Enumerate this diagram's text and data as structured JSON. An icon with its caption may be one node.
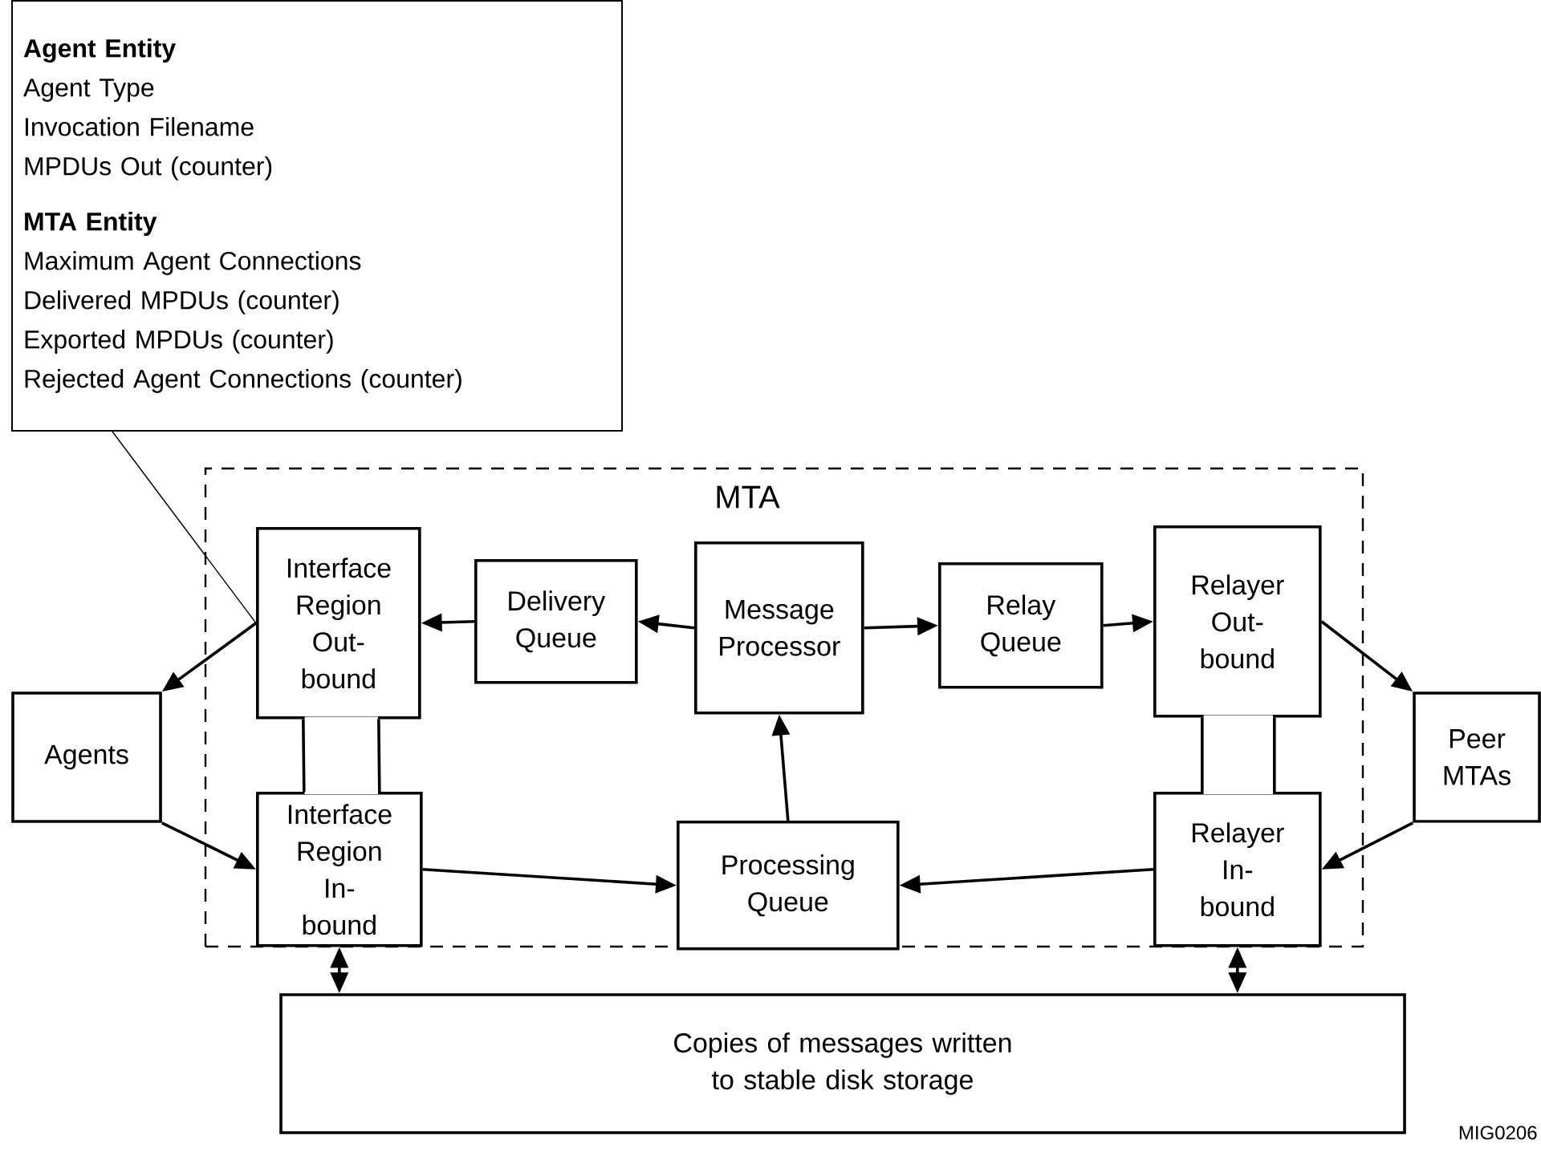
{
  "diagram": {
    "nodes": [
      {
        "text": [
          "Agent Entity",
          "Agent Type",
          "Invocation Filename",
          "MPDUs Out (counter)",
          "MTA Entity",
          "Maximum Agent Connections",
          "Delivered MPDUs (counter)",
          "Exported MPDUs (counter)",
          "Rejected Agent Connections (counter)"
        ]
      },
      {
        "text": [
          "MTA"
        ]
      },
      {
        "text": [
          "Interface Region Out- bound"
        ],
        "in": 1
      },
      {
        "text": [
          "Delivery Queue"
        ],
        "in": 1
      },
      {
        "text": [
          "Message Processor"
        ],
        "in": 1
      },
      {
        "text": [
          "Relay Queue"
        ],
        "in": 1
      },
      {
        "text": [
          "Relayer Out- bound"
        ],
        "in": 1
      },
      {
        "text": [
          "Agents"
        ]
      },
      {
        "text": [
          "Peer MTAs"
        ]
      },
      {
        "text": [
          "Interface Region In- bound"
        ],
        "in": 1
      },
      {
        "text": [
          "Processing Queue"
        ],
        "in": 1
      },
      {
        "text": [
          "Relayer In- bound"
        ],
        "in": 1
      },
      {
        "text": [
          "Copies of messages written to stable disk storage"
        ]
      }
    ],
    "edges": [
      {
        "from": 0,
        "to": 2,
        "arrow": "none"
      },
      {
        "from": 4,
        "to": 3,
        "arrow": "to"
      },
      {
        "from": 3,
        "to": 2,
        "arrow": "to"
      },
      {
        "from": 4,
        "to": 5,
        "arrow": "to"
      },
      {
        "from": 5,
        "to": 6,
        "arrow": "to"
      },
      {
        "from": 2,
        "to": 7,
        "arrow": "to"
      },
      {
        "from": 7,
        "to": 9,
        "arrow": "to"
      },
      {
        "from": 6,
        "to": 8,
        "arrow": "to"
      },
      {
        "from": 8,
        "to": 11,
        "arrow": "to"
      },
      {
        "from": 9,
        "to": 10,
        "arrow": "to"
      },
      {
        "from": 11,
        "to": 10,
        "arrow": "to"
      },
      {
        "from": 10,
        "to": 4,
        "arrow": "to"
      },
      {
        "from": 2,
        "to": 9,
        "arrow": "none"
      },
      {
        "from": 6,
        "to": 11,
        "arrow": "none"
      },
      {
        "from": 9,
        "to": 12,
        "arrow": "both"
      },
      {
        "from": 11,
        "to": 12,
        "arrow": "both"
      }
    ],
    "labels": [
      "MIG0206"
    ]
  }
}
